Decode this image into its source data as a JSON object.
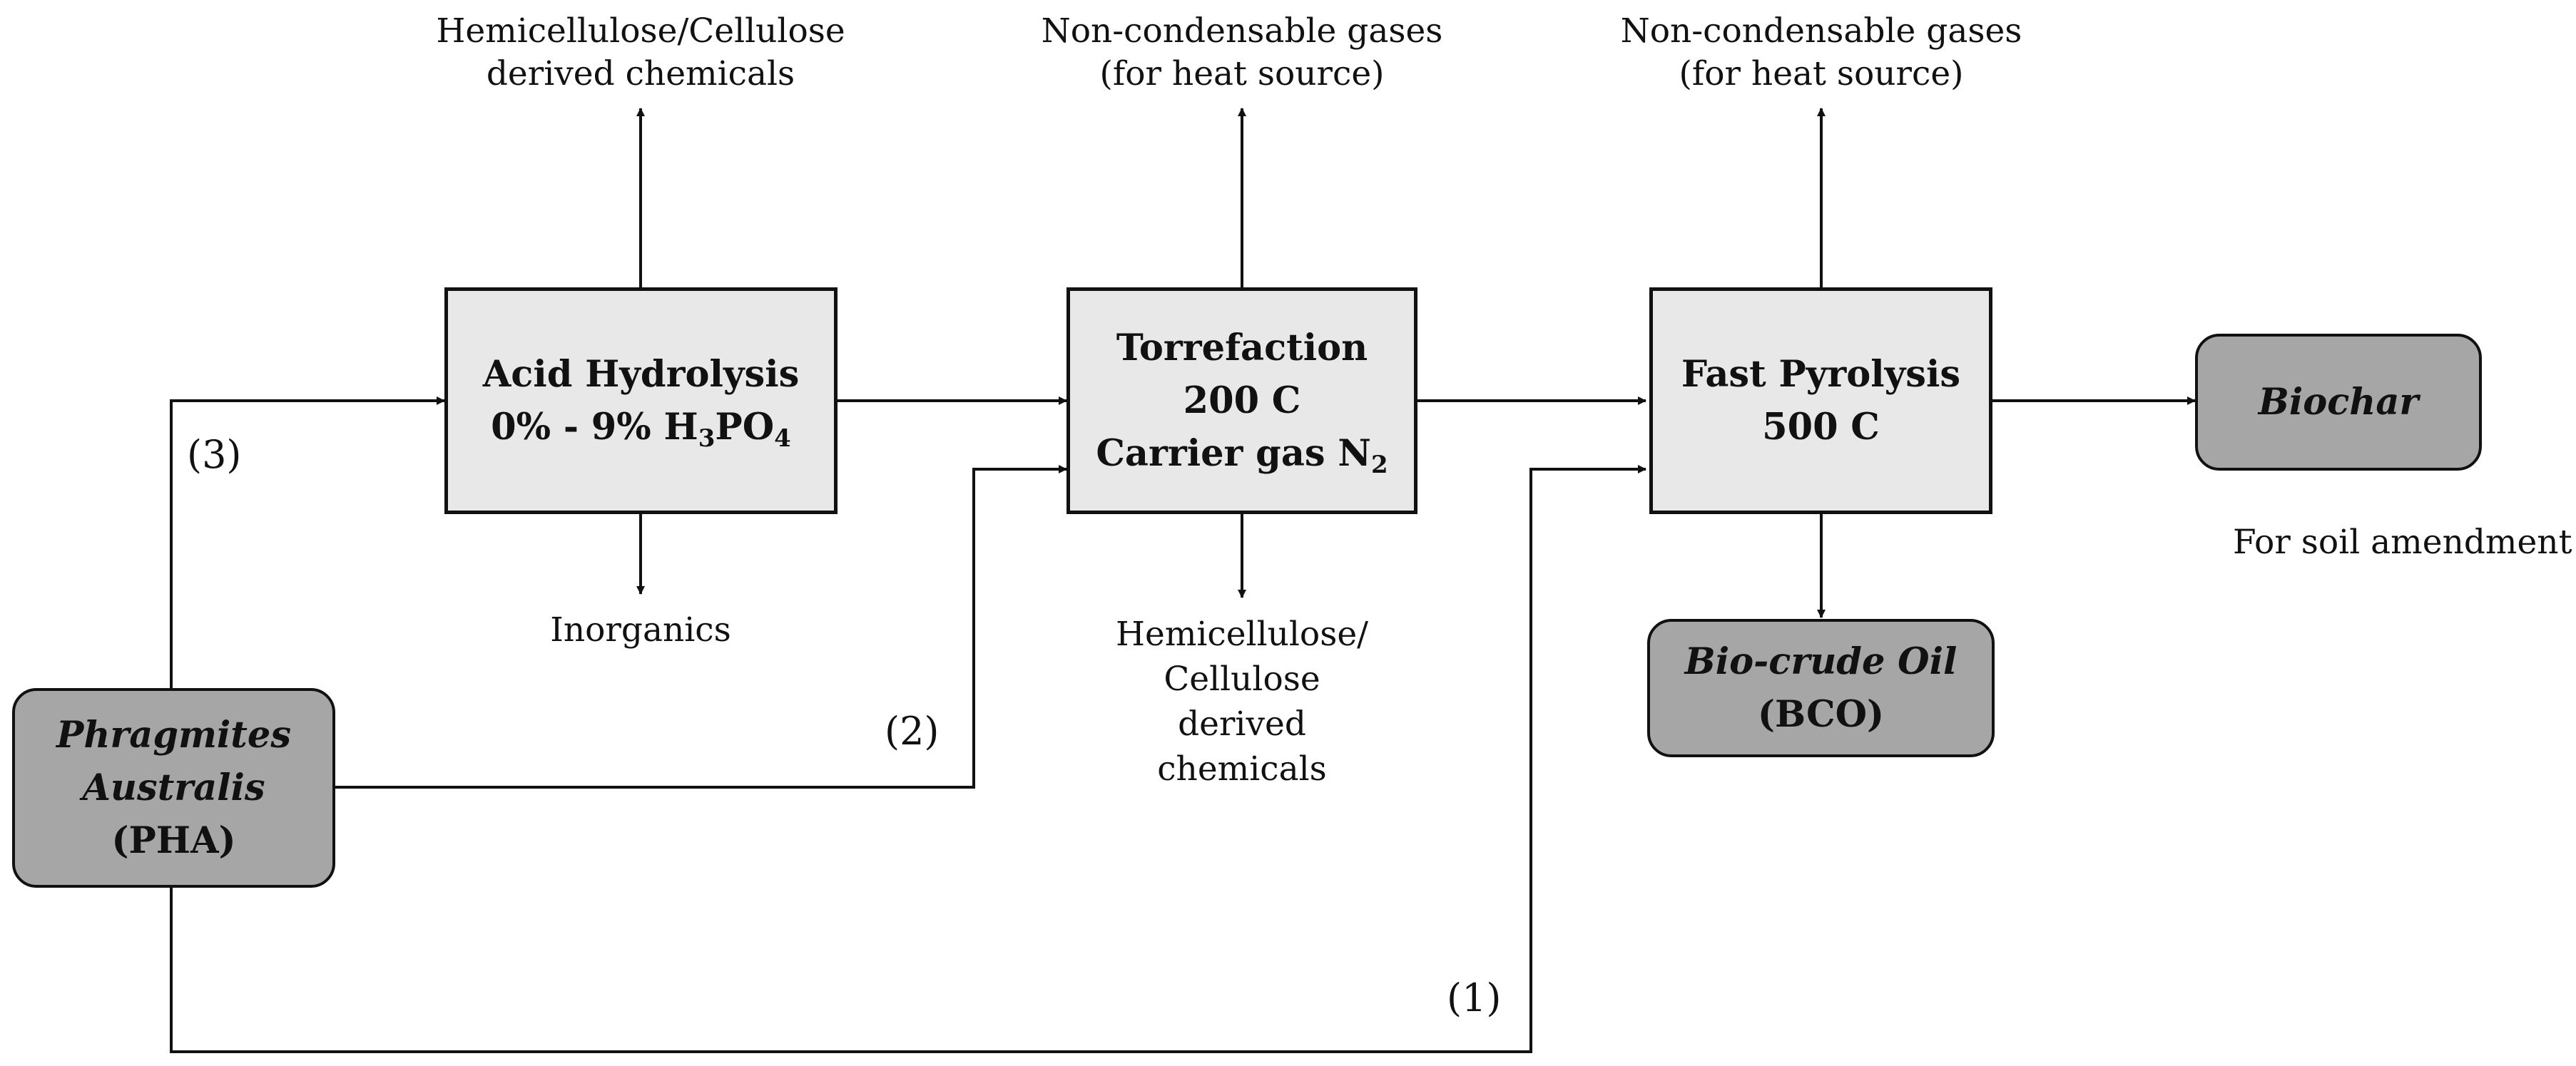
{
  "processes": {
    "acid": {
      "name": "Acid Hydrolysis",
      "cond_prefix": "0% - 9% H",
      "sub1": "3",
      "mid": "PO",
      "sub2": "4"
    },
    "torr": {
      "name": "Torrefaction",
      "temp": "200 C",
      "gas_prefix": "Carrier gas N",
      "gas_sub": "2"
    },
    "pyro": {
      "name": "Fast Pyrolysis",
      "temp": "500 C"
    }
  },
  "products": {
    "feed": {
      "line1": "Phragmites",
      "line2": "Australis",
      "line3": "(PHA)"
    },
    "biochar": {
      "name": "Biochar",
      "note": "For soil amendment"
    },
    "bco": {
      "line1": "Bio-crude Oil",
      "line2": "(BCO)"
    }
  },
  "outputs": {
    "acid_top": {
      "line1": "Hemicellulose/Cellulose",
      "line2": "derived chemicals"
    },
    "acid_bottom": "Inorganics",
    "torr_top": {
      "line1": "Non-condensable gases",
      "line2": "(for heat source)"
    },
    "torr_bottom": {
      "line1": "Hemicellulose/",
      "line2": "Cellulose",
      "line3": "derived",
      "line4": "chemicals"
    },
    "pyro_top": {
      "line1": "Non-condensable gases",
      "line2": "(for heat source)"
    }
  },
  "routes": {
    "r1": "(1)",
    "r2": "(2)",
    "r3": "(3)"
  }
}
